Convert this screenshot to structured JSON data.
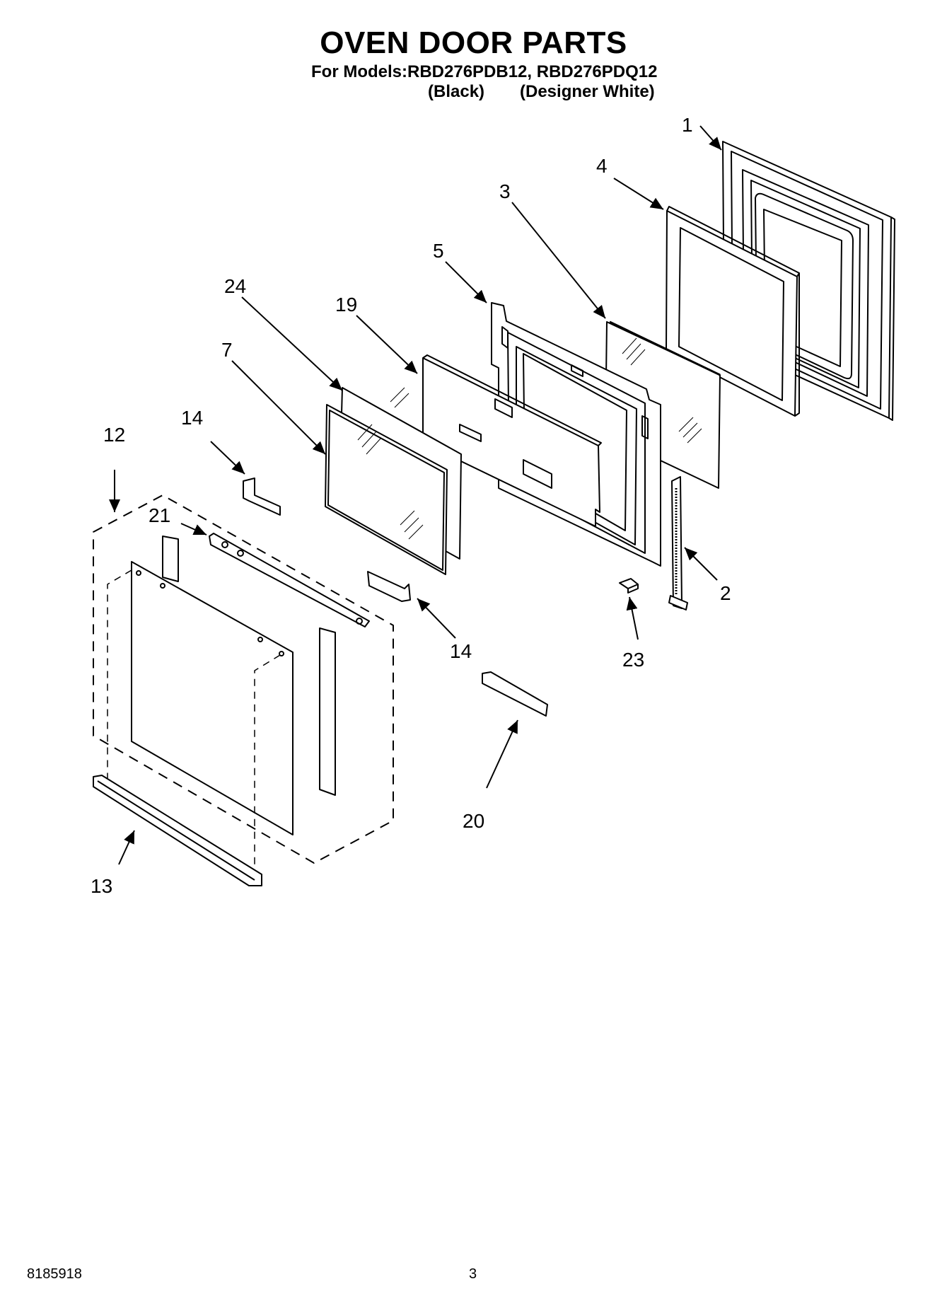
{
  "header": {
    "title": "OVEN DOOR PARTS",
    "models_line": "For Models:RBD276PDB12, RBD276PDQ12",
    "variant_black": "(Black)",
    "variant_white": "(Designer White)"
  },
  "callouts": {
    "c1": "1",
    "c2": "2",
    "c3": "3",
    "c4": "4",
    "c5": "5",
    "c7": "7",
    "c12": "12",
    "c13": "13",
    "c14a": "14",
    "c14b": "14",
    "c19": "19",
    "c20": "20",
    "c21": "21",
    "c23": "23",
    "c24": "24"
  },
  "footer": {
    "doc_number": "8185918",
    "page_number": "3"
  }
}
